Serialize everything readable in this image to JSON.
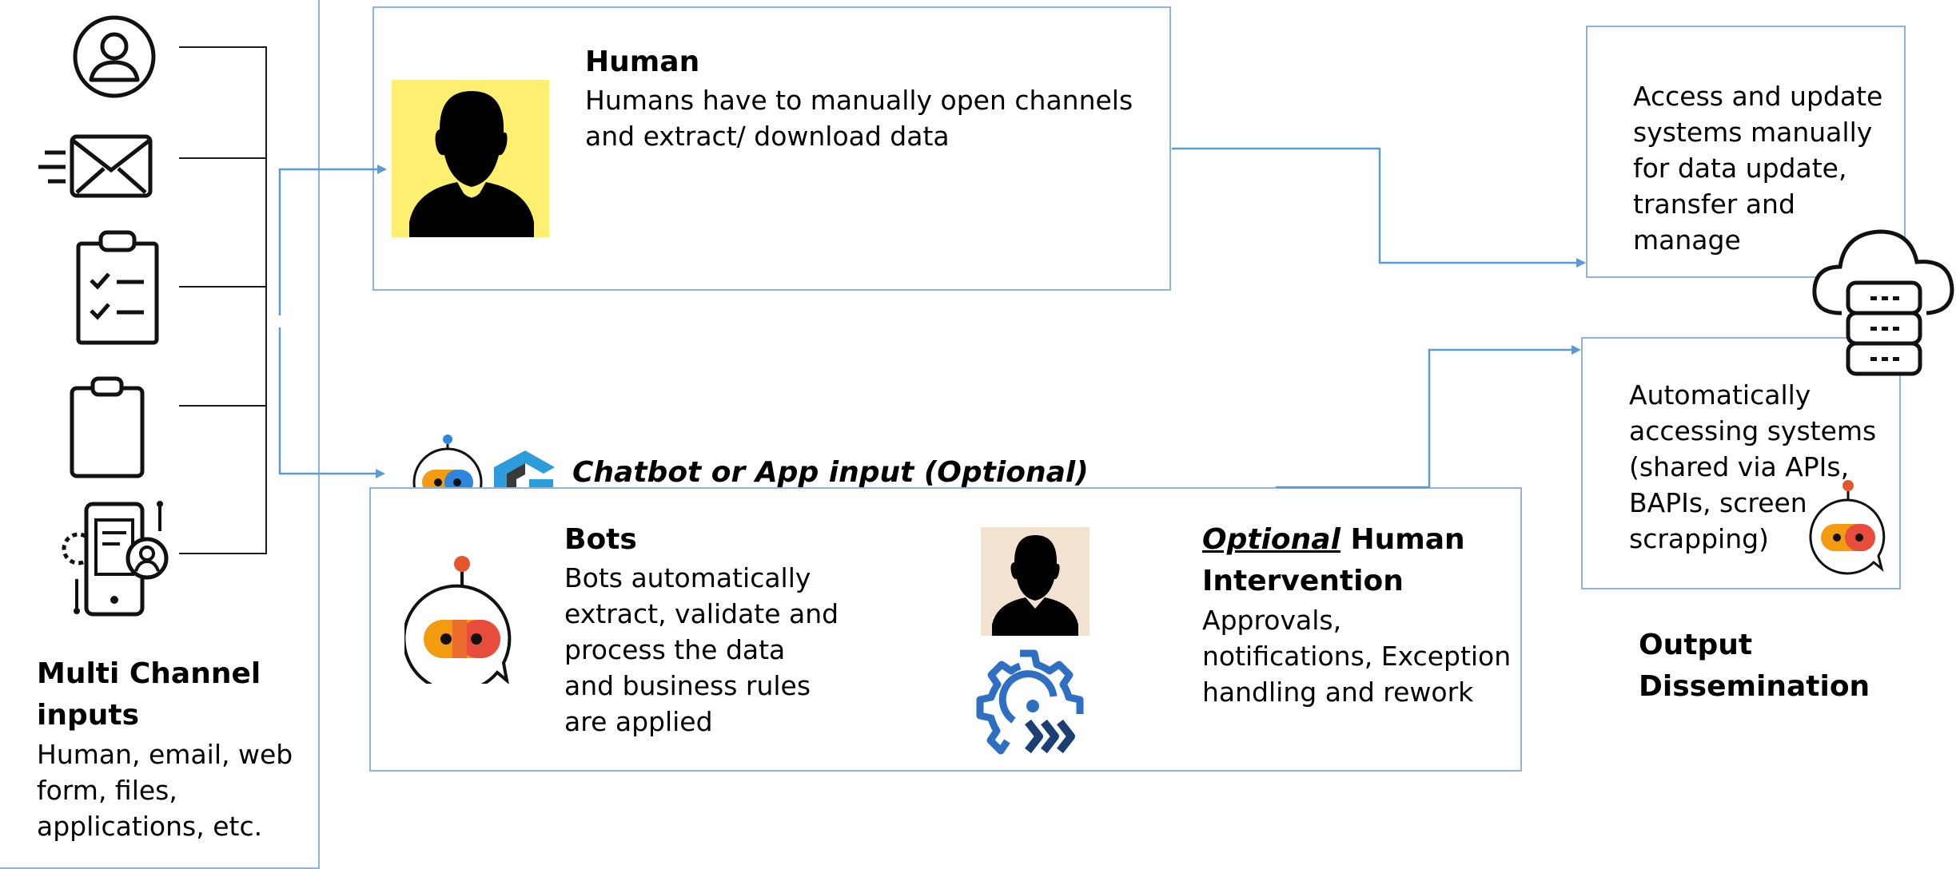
{
  "inputs": {
    "title_line1": "Multi Channel",
    "title_line2": "inputs",
    "description": "Human, email, web\nform, files,\napplications, etc.",
    "icons": [
      "user-icon",
      "email-icon",
      "checklist-icon",
      "clipboard-icon",
      "mobile-app-icon"
    ]
  },
  "human": {
    "title": "Human",
    "description": "Humans have to manually open channels\nand extract/ download data",
    "icon": "human-avatar-icon",
    "accent": "#fdef70"
  },
  "chatbot_label": "Chatbot or App input (Optional)",
  "bots": {
    "title": "Bots",
    "description": "Bots automatically\nextract, validate and\nprocess the data\nand business rules\nare applied",
    "icon": "chatbot-icon"
  },
  "intervention": {
    "title_emphasis": "Optional",
    "title_rest": " Human",
    "title_line2": "Intervention",
    "description": "Approvals,\nnotifications, Exception\nhandling and rework",
    "icons": [
      "human-avatar-icon",
      "automation-gear-icon"
    ],
    "accent": "#f4e2d0"
  },
  "manual_output": {
    "text": "Access and update\nsystems manually\nfor data update,\ntransfer and\nmanage"
  },
  "auto_output": {
    "text": "Automatically\naccessing systems\n(shared via APIs,\nBAPIs, screen\nscrapping)"
  },
  "output_title_line1": "Output",
  "output_title_line2": "Dissemination",
  "colors": {
    "box_border": "#8fb4dc",
    "arrow": "#5b9bd5",
    "bot_orange": "#f39c12",
    "bot_red": "#e74c3c",
    "gear_blue": "#2e86de"
  }
}
